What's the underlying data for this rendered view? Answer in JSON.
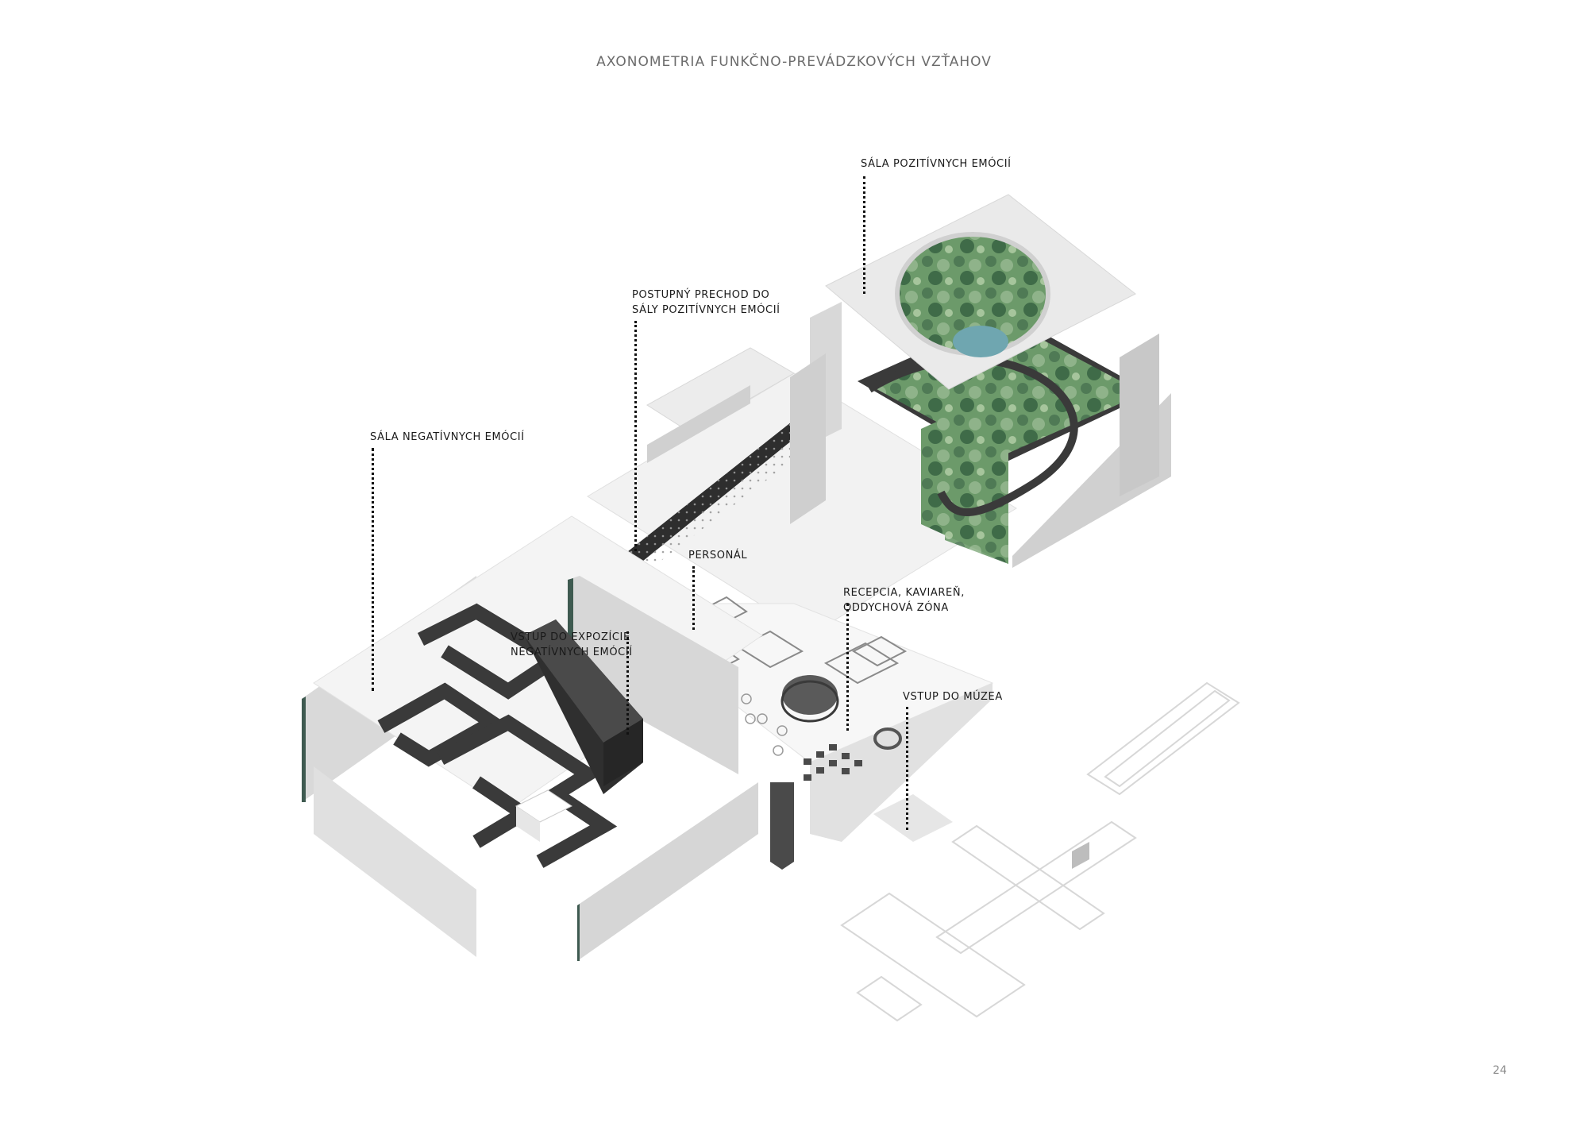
{
  "title": "AXONOMETRIA FUNKČNO-PREVÁDZKOVÝCH VZŤAHOV",
  "page_number": "24",
  "labels": {
    "positive_hall": "SÁLA POZITÍVNYCH EMÓCIÍ",
    "transition_line1": "POSTUPNÝ PRECHOD DO",
    "transition_line2": "SÁLY POZITÍVNYCH EMÓCIÍ",
    "negative_hall": "SÁLA NEGATÍVNYCH EMÓCIÍ",
    "staff": "PERSONÁL",
    "reception_line1": "RECEPCIA, KAVIAREŇ,",
    "reception_line2": "ODDYCHOVÁ ZÓNA",
    "negative_entry_line1": "VSTUP DO EXPOZÍCIE",
    "negative_entry_line2": "NEGATÍVNYCH EMÓCIÍ",
    "museum_entry": "VSTUP DO MÚZEA"
  },
  "colors": {
    "wall_light": "#e2e2e2",
    "wall_mid": "#cfcfcf",
    "wall_edge": "#3e5a50",
    "dark_volume": "#3a3a3a",
    "dark_top": "#575757",
    "plant_green": "#4f7a55",
    "plant_light": "#8fb38a"
  }
}
